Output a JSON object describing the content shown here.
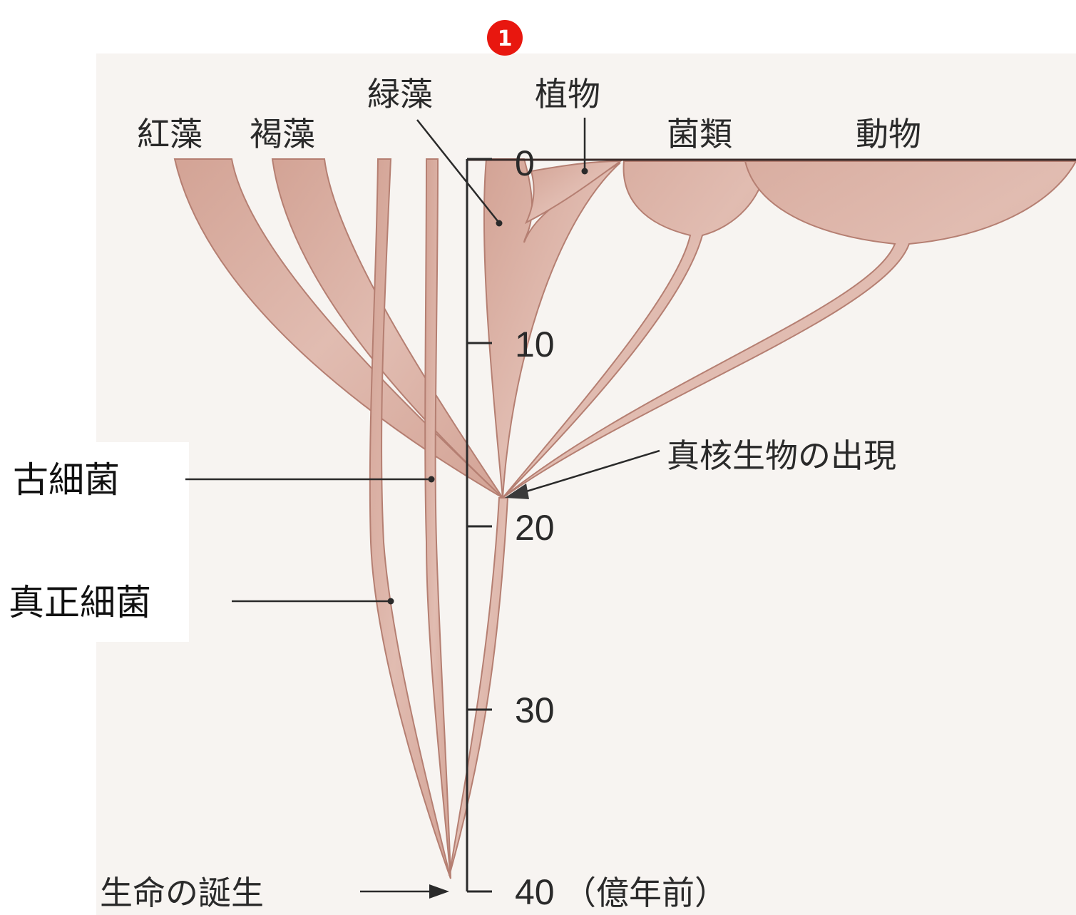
{
  "badge": {
    "number": "1",
    "color": "#e8170f"
  },
  "groups": {
    "red_algae": "紅藻",
    "brown_algae": "褐藻",
    "green_algae": "緑藻",
    "plants": "植物",
    "fungi": "菌類",
    "animals": "動物"
  },
  "axis": {
    "ticks": [
      "0",
      "10",
      "20",
      "30",
      "40"
    ],
    "unit": "（億年前）"
  },
  "annotations": {
    "eukaryote_origin": "真核生物の出現",
    "archaea": "古細菌",
    "eubacteria": "真正細菌",
    "origin_of_life": "生命の誕生"
  },
  "colors": {
    "branch_fill": "#d9ada1",
    "branch_edge": "#b57f72",
    "axis_line": "#2a2a2a",
    "paper_bg": "#f7f4f1"
  }
}
